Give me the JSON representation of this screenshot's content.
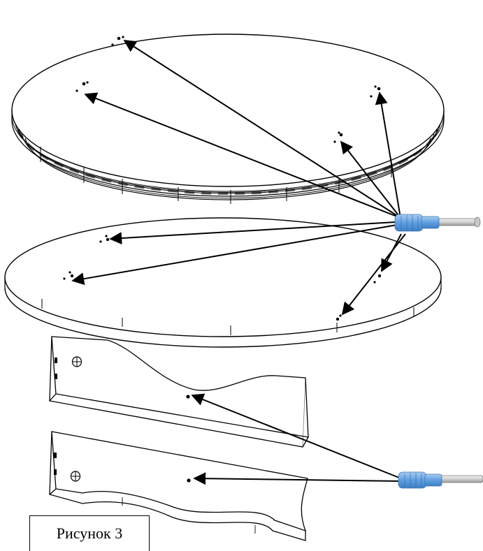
{
  "figure": {
    "caption": "Рисунок 3",
    "parts": [
      "top-disc-assembly",
      "middle-disc",
      "upper-support-plate",
      "lower-support-plate",
      "upper-fastener-pin",
      "lower-fastener-pin"
    ],
    "pin_color": "#6fa8dc",
    "line_color": "#000000"
  }
}
